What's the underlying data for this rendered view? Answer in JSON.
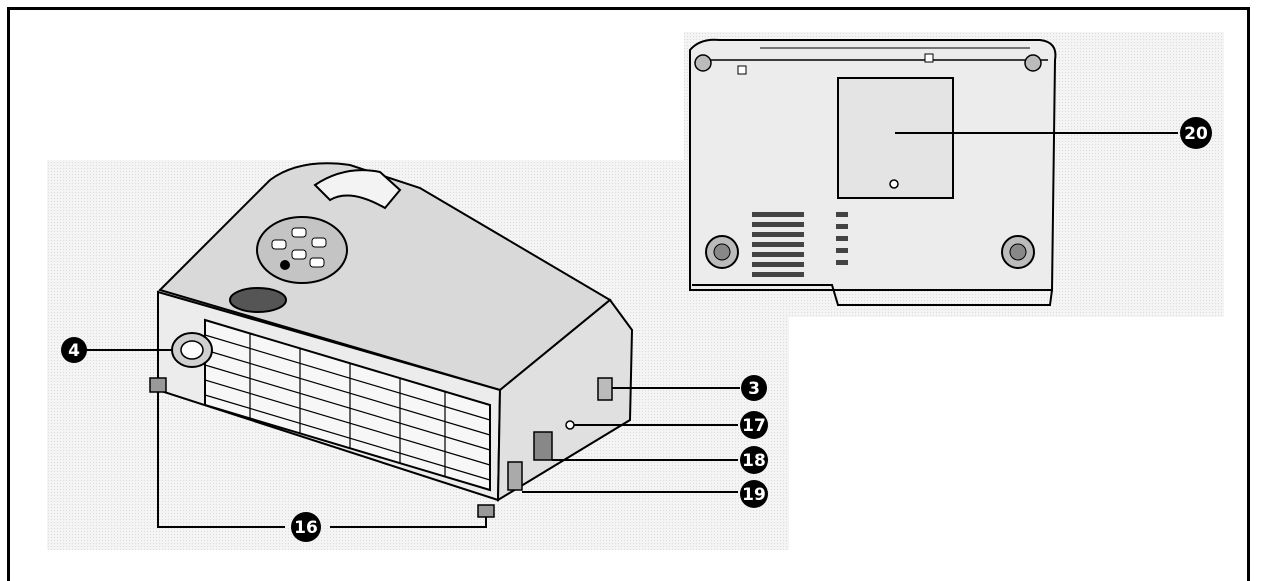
{
  "figure": {
    "callouts": [
      {
        "id": "c4",
        "label": "4"
      },
      {
        "id": "c3",
        "label": "3"
      },
      {
        "id": "c17",
        "label": "17"
      },
      {
        "id": "c18",
        "label": "18"
      },
      {
        "id": "c19",
        "label": "19"
      },
      {
        "id": "c16",
        "label": "16"
      },
      {
        "id": "c20",
        "label": "20"
      }
    ]
  },
  "colors": {
    "line": "#000000",
    "shade": "#ececec",
    "body": "#d8d8d8",
    "callout_fill": "#000000",
    "callout_text": "#ffffff"
  }
}
